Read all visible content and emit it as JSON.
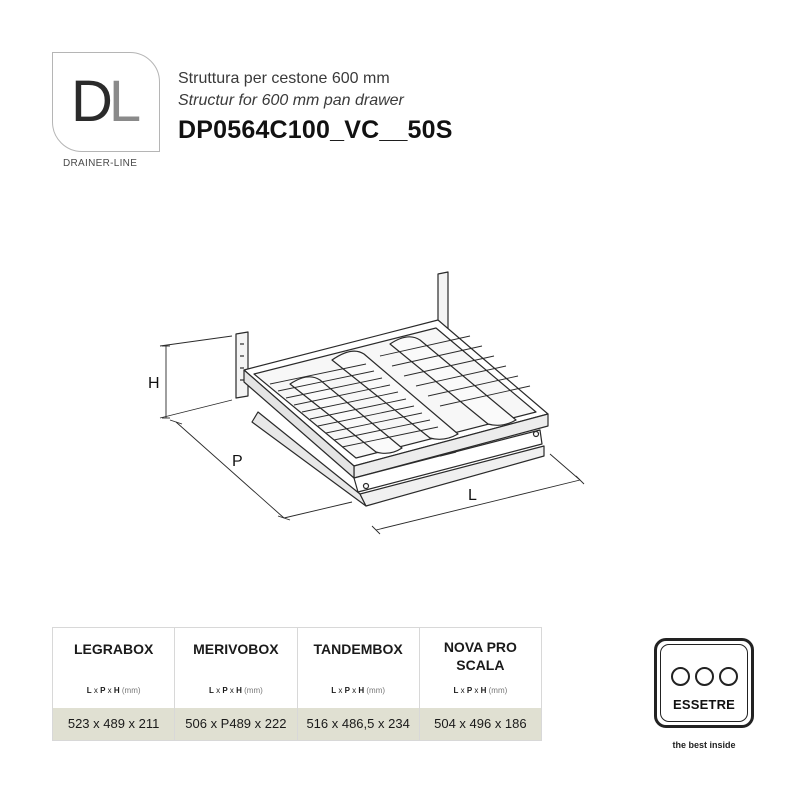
{
  "logo": {
    "mark_left": "D",
    "mark_right": "L",
    "caption": "DRAINER-LINE"
  },
  "title": {
    "italian": "Struttura per cestone 600 mm",
    "english": "Structur for 600 mm pan drawer",
    "code": "DP0564C100_VC__50S"
  },
  "drawing": {
    "dim_h": "H",
    "dim_p": "P",
    "dim_l": "L"
  },
  "table": {
    "columns": [
      {
        "name": "LEGRABOX",
        "dims_l": "L",
        "dims_p": "P",
        "dims_h": "H",
        "unit": "(mm)",
        "value": "523 x 489 x 211"
      },
      {
        "name": "MERIVOBOX",
        "dims_l": "L",
        "dims_p": "P",
        "dims_h": "H",
        "unit": "(mm)",
        "value": "506 x P489 x 222"
      },
      {
        "name": "TANDEMBOX",
        "dims_l": "L",
        "dims_p": "P",
        "dims_h": "H",
        "unit": "(mm)",
        "value": "516 x 486,5 x 234"
      },
      {
        "name": "NOVA PRO SCALA",
        "dims_l": "L",
        "dims_p": "P",
        "dims_h": "H",
        "unit": "(mm)",
        "value": "504 x 496 x 186"
      }
    ]
  },
  "brand": {
    "name": "ESSETRE",
    "tagline": "the best inside"
  },
  "colors": {
    "table_value_bg": "#e0e0d2",
    "logo_border": "#b5b5b5",
    "line": "#222222"
  }
}
